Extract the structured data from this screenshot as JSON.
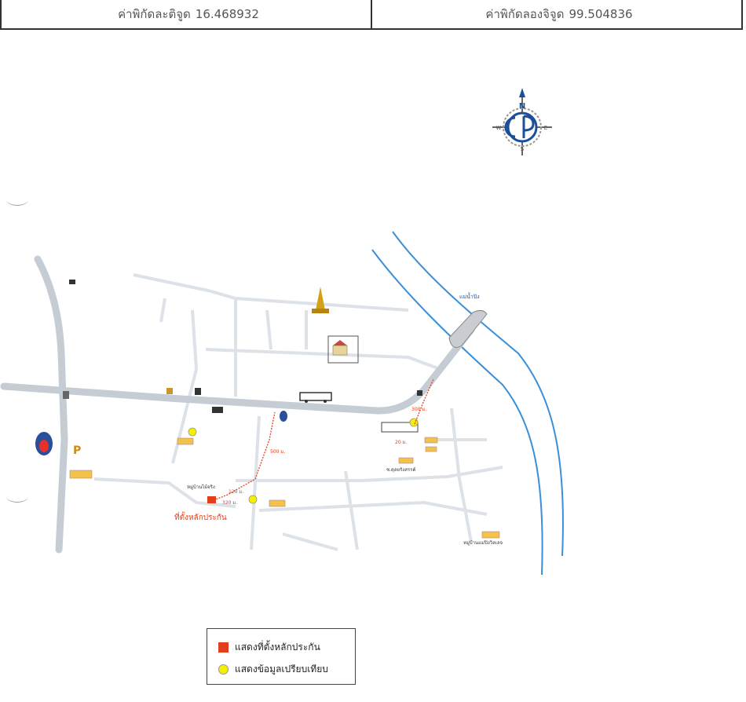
{
  "coordinates": {
    "lat_label": "ค่าพิกัดละติจูด",
    "lat_value": "16.468932",
    "lon_label": "ค่าพิกัดลองจิจูด",
    "lon_value": "99.504836"
  },
  "compass": {
    "north": "N",
    "south": "S",
    "east": "E",
    "west": "W"
  },
  "map": {
    "site_label": "ที่ตั้งหลักประกัน",
    "village_label": "หมู่บ้านไม้จริง",
    "river_label": "แม่น้ำปิง",
    "soi_label": "ซ.ดุลยรังสรรค์",
    "community_label": "หมู่บ้านแม่ปิงวิลเลจ",
    "distance_labels": [
      "120 ม.",
      "500 ม.",
      "300 ม.",
      "20 ม.",
      "320 ม."
    ]
  },
  "legend": {
    "site": "แสดงที่ตั้งหลักประกัน",
    "comparison": "แสดงข้อมูลเปรียบเทียบ"
  },
  "colors": {
    "road": "#d7dde5",
    "main_road": "#c6ccd4",
    "river": "#3a8fd8",
    "route": "#e2401c",
    "site": "#e2401c",
    "comparison": "#f4f000",
    "compass": "#1c4f99"
  },
  "icons": [
    "compass-rose-icon",
    "temple-stupa-icon",
    "school-icon",
    "gas-station-icon",
    "bus-icon",
    "police-icon",
    "bridge-icon",
    "house-icon"
  ]
}
